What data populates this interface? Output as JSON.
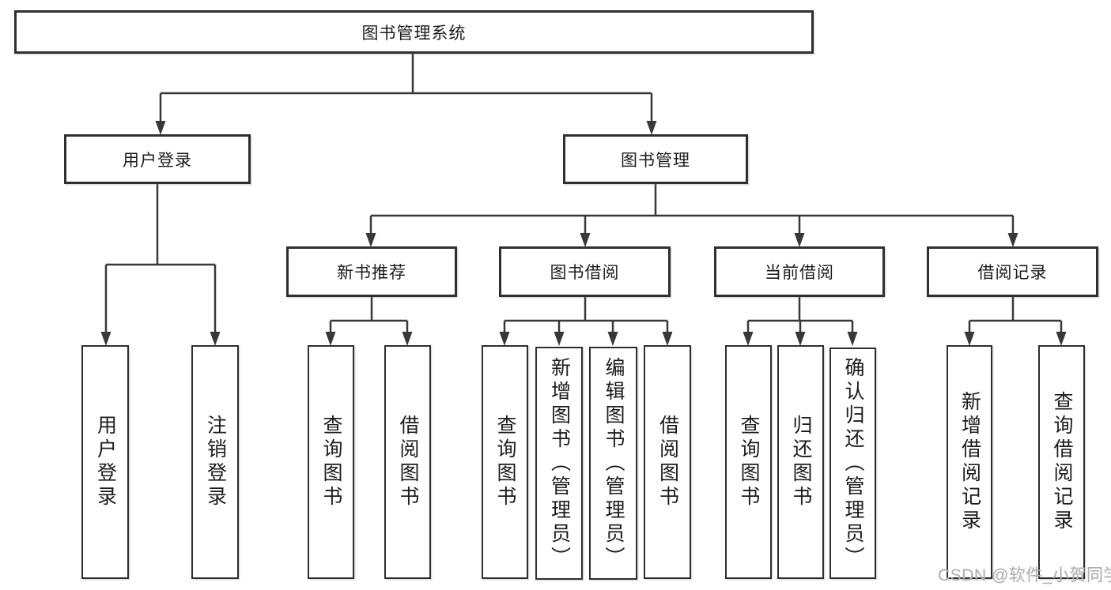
{
  "diagram_title": "图书管理系统",
  "colors": {
    "line": "#383838",
    "box_border": "#2f2f2f",
    "text": "#1c1c1c",
    "watermark": "#b5b0b0",
    "background": "#ffffff"
  },
  "tree": {
    "root": {
      "label": "图书管理系统"
    },
    "branches": [
      {
        "label": "用户登录",
        "children": [
          {
            "label": "用户登录"
          },
          {
            "label": "注销登录"
          }
        ]
      },
      {
        "label": "图书管理",
        "children": [
          {
            "label": "新书推荐",
            "children": [
              {
                "label": "查询图书"
              },
              {
                "label": "借阅图书"
              }
            ]
          },
          {
            "label": "图书借阅",
            "children": [
              {
                "label": "查询图书"
              },
              {
                "label": "新增图书（管理员）"
              },
              {
                "label": "编辑图书（管理员）"
              },
              {
                "label": "借阅图书"
              }
            ]
          },
          {
            "label": "当前借阅",
            "children": [
              {
                "label": "查询图书"
              },
              {
                "label": "归还图书"
              },
              {
                "label": "确认归还（管理员）"
              }
            ]
          },
          {
            "label": "借阅记录",
            "children": [
              {
                "label": "新增借阅记录"
              },
              {
                "label": "查询借阅记录"
              }
            ]
          }
        ]
      }
    ]
  },
  "watermark": {
    "text": "CSDN @软件_小贺同学"
  }
}
